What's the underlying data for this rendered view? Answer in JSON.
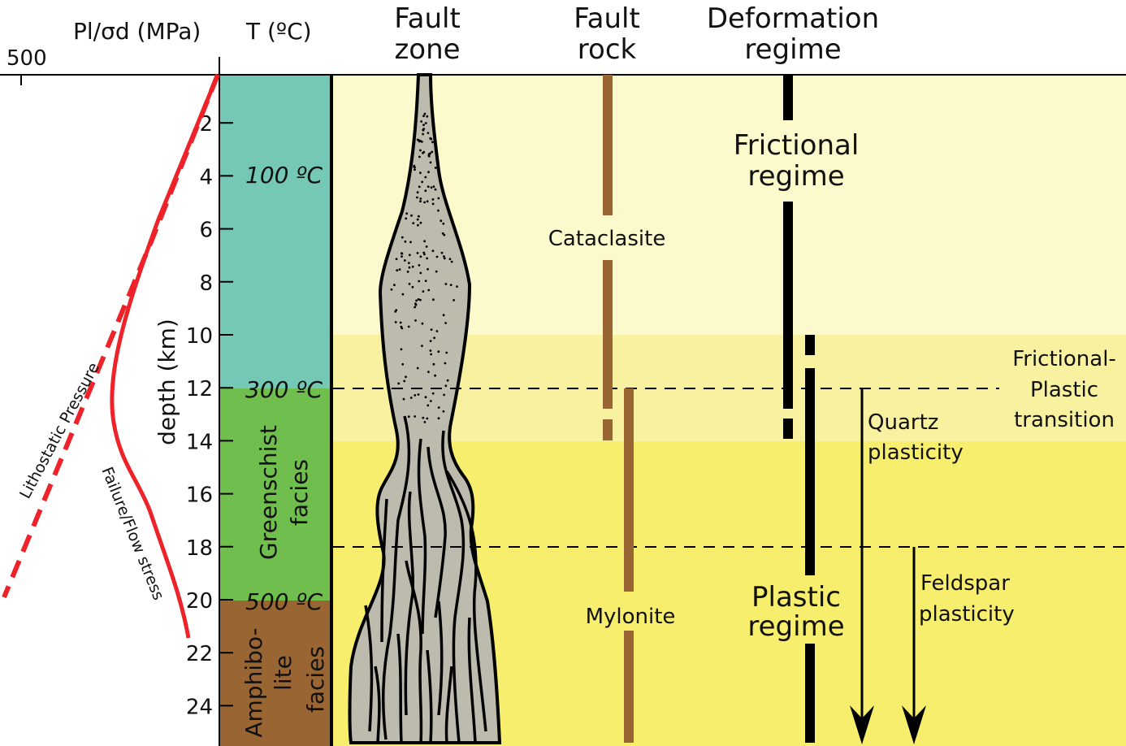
{
  "headers": {
    "stress_axis": "Pl/σd (MPa)",
    "stress_tick": "500",
    "temperature": "T (ºC)",
    "fault_zone": [
      "Fault",
      "zone"
    ],
    "fault_rock": [
      "Fault",
      "rock"
    ],
    "deformation_regime": [
      "Deformation",
      "regime"
    ]
  },
  "depth_axis": {
    "label": "depth (km)",
    "ticks": [
      "2",
      "4",
      "6",
      "8",
      "10",
      "12",
      "14",
      "16",
      "18",
      "20",
      "22",
      "24"
    ]
  },
  "isotherms": [
    "100 ºC",
    "300 ºC",
    "500 ºC"
  ],
  "facies": {
    "greenschist": [
      "Greenschist",
      "facies"
    ],
    "amphibolite": [
      "Amphibo-",
      "lite",
      "facies"
    ]
  },
  "curves": {
    "lithostatic": "Lithostatic Pressure",
    "failure": "Failure/Flow stress"
  },
  "fault_rocks": {
    "cataclasite": "Cataclasite",
    "mylonite": "Mylonite"
  },
  "regimes": {
    "frictional": [
      "Frictional",
      "regime"
    ],
    "plastic": [
      "Plastic",
      "regime"
    ],
    "transition": [
      "Frictional-",
      "Plastic",
      "transition"
    ],
    "quartz": [
      "Quartz",
      "plasticity"
    ],
    "feldspar": [
      "Feldspar",
      "plasticity"
    ]
  },
  "colors": {
    "teal": "#76c8b6",
    "green": "#6fbe4e",
    "brown": "#996633",
    "light_yellow": "#fcf9cc",
    "mid_yellow": "#f8f1a0",
    "yellow": "#f6ee6c",
    "gray": "#bdbbad",
    "red": "#ee2229"
  }
}
